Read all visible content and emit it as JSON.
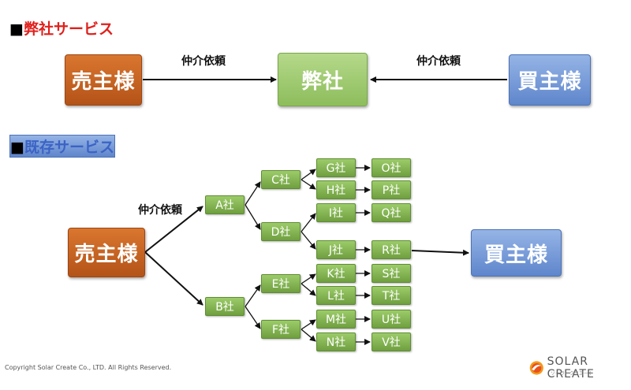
{
  "section1": {
    "square": "■",
    "title": "弊社サービス"
  },
  "section2": {
    "square": "■",
    "title": "既存サービス"
  },
  "top": {
    "seller": "売主様",
    "company": "弊社",
    "buyer": "買主様",
    "label_left": "仲介依頼",
    "label_right": "仲介依頼"
  },
  "bottom": {
    "seller": "売主様",
    "buyer": "買主様",
    "label": "仲介依頼",
    "nodes": {
      "A": "A社",
      "B": "B社",
      "C": "C社",
      "D": "D社",
      "E": "E社",
      "F": "F社",
      "G": "G社",
      "H": "H社",
      "I": "I社",
      "J": "J社",
      "K": "K社",
      "L": "L社",
      "M": "M社",
      "N": "N社",
      "O": "O社",
      "P": "P社",
      "Q": "Q社",
      "R": "R社",
      "S": "S社",
      "T": "T社",
      "U": "U社",
      "V": "V社"
    }
  },
  "footer": {
    "copyright": "Copyright Solar Create Co., LTD. All Rights Reserved.",
    "logo_text": "SOLAR CREATE",
    "logo_sub": "ソーラークリエート"
  },
  "colors": {
    "seller": "#c4611f",
    "company": "#9fcb72",
    "buyer": "#7a9edb",
    "node": "#86b655",
    "title_red": "#e0201c",
    "title_blue": "#3b63c4"
  }
}
